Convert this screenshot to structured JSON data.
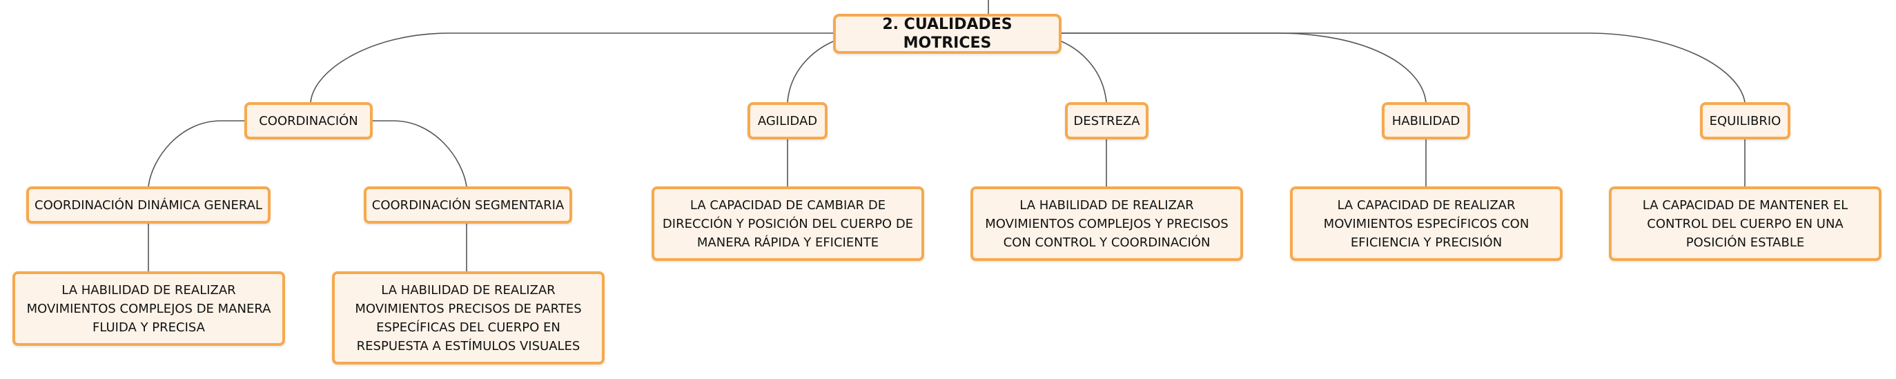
{
  "root": {
    "label": "2. CUALIDADES MOTRICES"
  },
  "branches": {
    "coordinacion": {
      "label": "COORDINACIÓN"
    },
    "agilidad": {
      "label": "AGILIDAD"
    },
    "destreza": {
      "label": "DESTREZA"
    },
    "habilidad": {
      "label": "HABILIDAD"
    },
    "equilibrio": {
      "label": "EQUILIBRIO"
    }
  },
  "sub_branches": {
    "dinamica_general": {
      "label": "COORDINACIÓN DINÁMICA GENERAL"
    },
    "segmentaria": {
      "label": "COORDINACIÓN SEGMENTARIA"
    }
  },
  "definitions": {
    "dinamica_general": "LA HABILIDAD DE REALIZAR MOVIMIENTOS COMPLEJOS DE MANERA FLUIDA Y PRECISA",
    "segmentaria": "LA HABILIDAD DE REALIZAR MOVIMIENTOS PRECISOS DE PARTES ESPECÍFICAS DEL CUERPO EN RESPUESTA A ESTÍMULOS VISUALES",
    "agilidad": "LA CAPACIDAD DE CAMBIAR DE DIRECCIÓN Y POSICIÓN DEL CUERPO DE MANERA RÁPIDA Y EFICIENTE",
    "destreza": "LA HABILIDAD DE REALIZAR MOVIMIENTOS COMPLEJOS Y PRECISOS CON CONTROL Y COORDINACIÓN",
    "habilidad": "LA CAPACIDAD DE REALIZAR MOVIMIENTOS ESPECÍFICOS CON EFICIENCIA Y PRECISIÓN",
    "equilibrio": "LA CAPACIDAD DE MANTENER EL CONTROL DEL CUERPO EN UNA POSICIÓN ESTABLE"
  },
  "colors": {
    "node_border": "#f6a94e",
    "node_fill": "#fdf3e8",
    "connector": "#555555",
    "text": "#111111"
  }
}
